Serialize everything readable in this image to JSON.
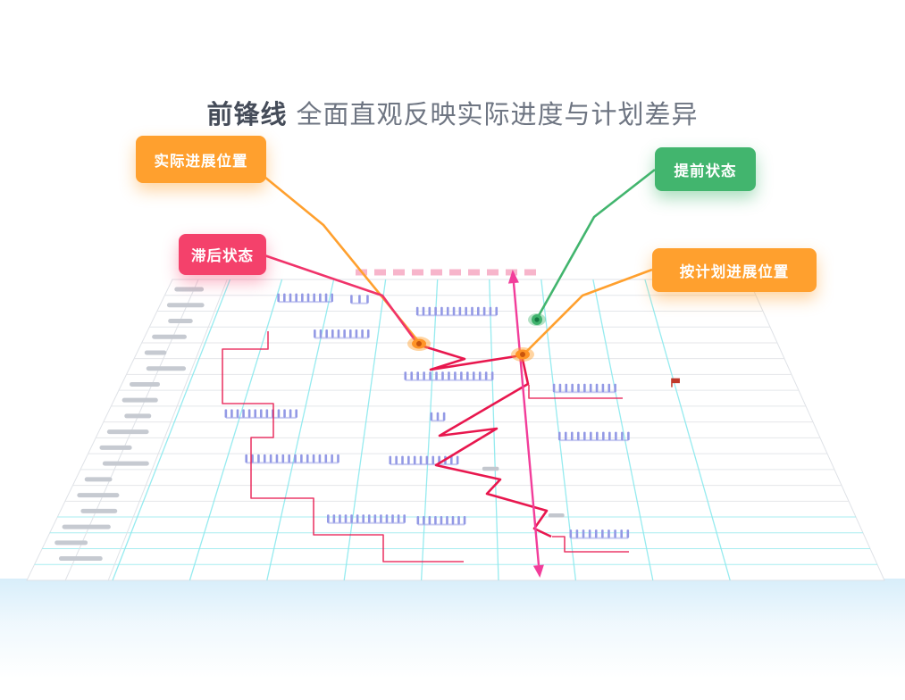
{
  "title": {
    "strong": "前锋线",
    "rest": "全面直观反映实际进度与计划差异"
  },
  "callouts": {
    "actual": {
      "label": "实际进展位置",
      "color": "#ffa02e"
    },
    "ahead": {
      "label": "提前状态",
      "color": "#42b56e"
    },
    "behind": {
      "label": "滞后状态",
      "color": "#f4416b"
    },
    "planned": {
      "label": "按计划进展位置",
      "color": "#ffa02e"
    }
  },
  "colors": {
    "frontline": "#e8174e",
    "planned_line": "#f23d9a",
    "grid_cyan": "#8be9ee",
    "task_bar": "#9399e5",
    "gray_bar": "#c3c7ce",
    "row_line": "#e4e6ea",
    "plane_edge": "#dfe2e7",
    "label_bar": "#c6cad1",
    "dashed_pink": "#f6a9c3",
    "leader_orange": "#ffa02e",
    "leader_green": "#42b56e",
    "leader_crimson": "#f0336a",
    "marker_orange_core": "#c8550d",
    "marker_green_core": "#157a43",
    "flag_red": "#c0392b"
  }
}
